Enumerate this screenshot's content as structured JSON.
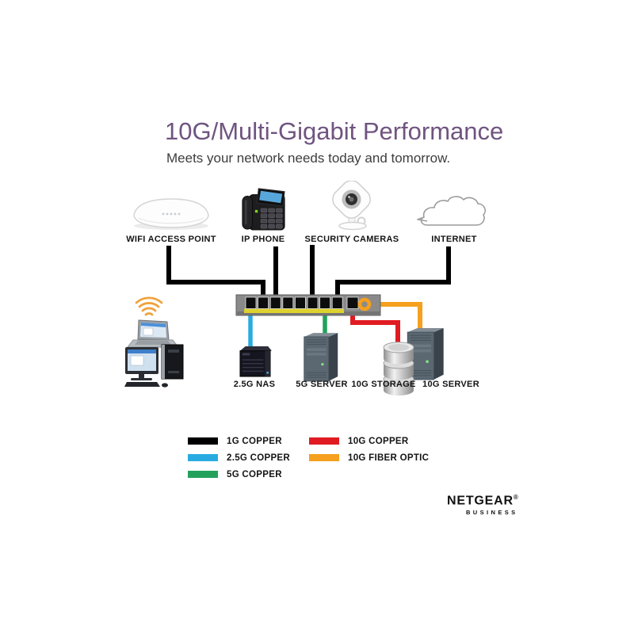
{
  "header": {
    "title": "10G/Multi-Gigabit Performance",
    "subtitle": "Meets your network needs today and tomorrow."
  },
  "colors": {
    "title_purple": "#6f5480",
    "copper_1g": "#000000",
    "copper_2_5g": "#29abe2",
    "copper_5g": "#23a15b",
    "copper_10g": "#e01b22",
    "fiber_10g": "#f5a01e",
    "switch_yellow": "#ddd22e"
  },
  "top_devices": [
    {
      "id": "wifi-access-point",
      "label": "WIFI ACCESS POINT"
    },
    {
      "id": "ip-phone",
      "label": "IP PHONE"
    },
    {
      "id": "security-cameras",
      "label": "SECURITY CAMERAS"
    },
    {
      "id": "internet",
      "label": "INTERNET"
    }
  ],
  "bottom_devices": [
    {
      "id": "nas-2-5g",
      "label": "2.5G NAS"
    },
    {
      "id": "server-5g",
      "label": "5G SERVER"
    },
    {
      "id": "storage-10g",
      "label": "10G STORAGE"
    },
    {
      "id": "server-10g",
      "label": "10G SERVER"
    }
  ],
  "legend": {
    "items": [
      {
        "label": "1G COPPER",
        "color": "#000000"
      },
      {
        "label": "2.5G COPPER",
        "color": "#29abe2"
      },
      {
        "label": "5G COPPER",
        "color": "#23a15b"
      },
      {
        "label": "10G COPPER",
        "color": "#e01b22"
      },
      {
        "label": "10G FIBER OPTIC",
        "color": "#f5a01e"
      }
    ]
  },
  "brand": {
    "name": "NETGEAR",
    "reg": "®",
    "sub": "BUSINESS"
  }
}
